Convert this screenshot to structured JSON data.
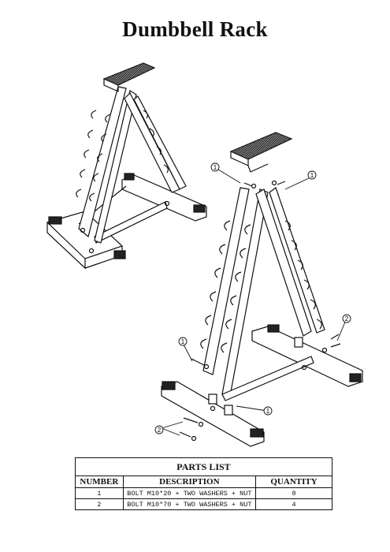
{
  "title": "Dumbbell Rack",
  "parts_list": {
    "heading": "PARTS LIST",
    "columns": [
      "NUMBER",
      "DESCRIPTION",
      "QUANTITY"
    ],
    "rows": [
      {
        "number": "1",
        "description": "BOLT M10*20 + TWO WASHERS + NUT",
        "quantity": "8"
      },
      {
        "number": "2",
        "description": "BOLT M10*70 + TWO WASHERS + NUT",
        "quantity": "4"
      }
    ]
  },
  "callouts": {
    "one": "1",
    "two": "2"
  }
}
